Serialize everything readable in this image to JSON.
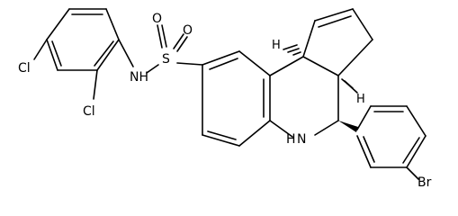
{
  "molecule": {
    "atom_labels": {
      "sulfonamide_nh": "NH",
      "sulfonyl_s": "S",
      "oxo_1": "O",
      "oxo_2": "O",
      "chloro_1": "Cl",
      "chloro_2": "Cl",
      "ring_nh": "N",
      "ring_nh_h": "H",
      "bromo": "Br",
      "stereo_h_top": "H",
      "stereo_h_mid": "H"
    }
  }
}
